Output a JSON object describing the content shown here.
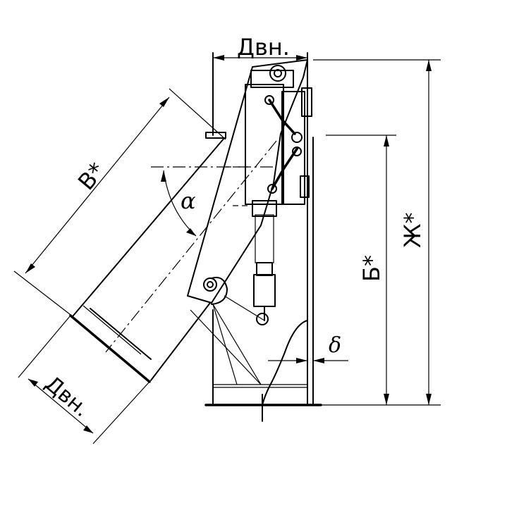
{
  "dimensions": {
    "inner_diameter_top": "Двн.",
    "inner_diameter_inlet": "Двн.",
    "length_v": "В*",
    "height_b": "Б*",
    "height_zh": "Ж*",
    "angle": "α",
    "gap": "δ"
  }
}
